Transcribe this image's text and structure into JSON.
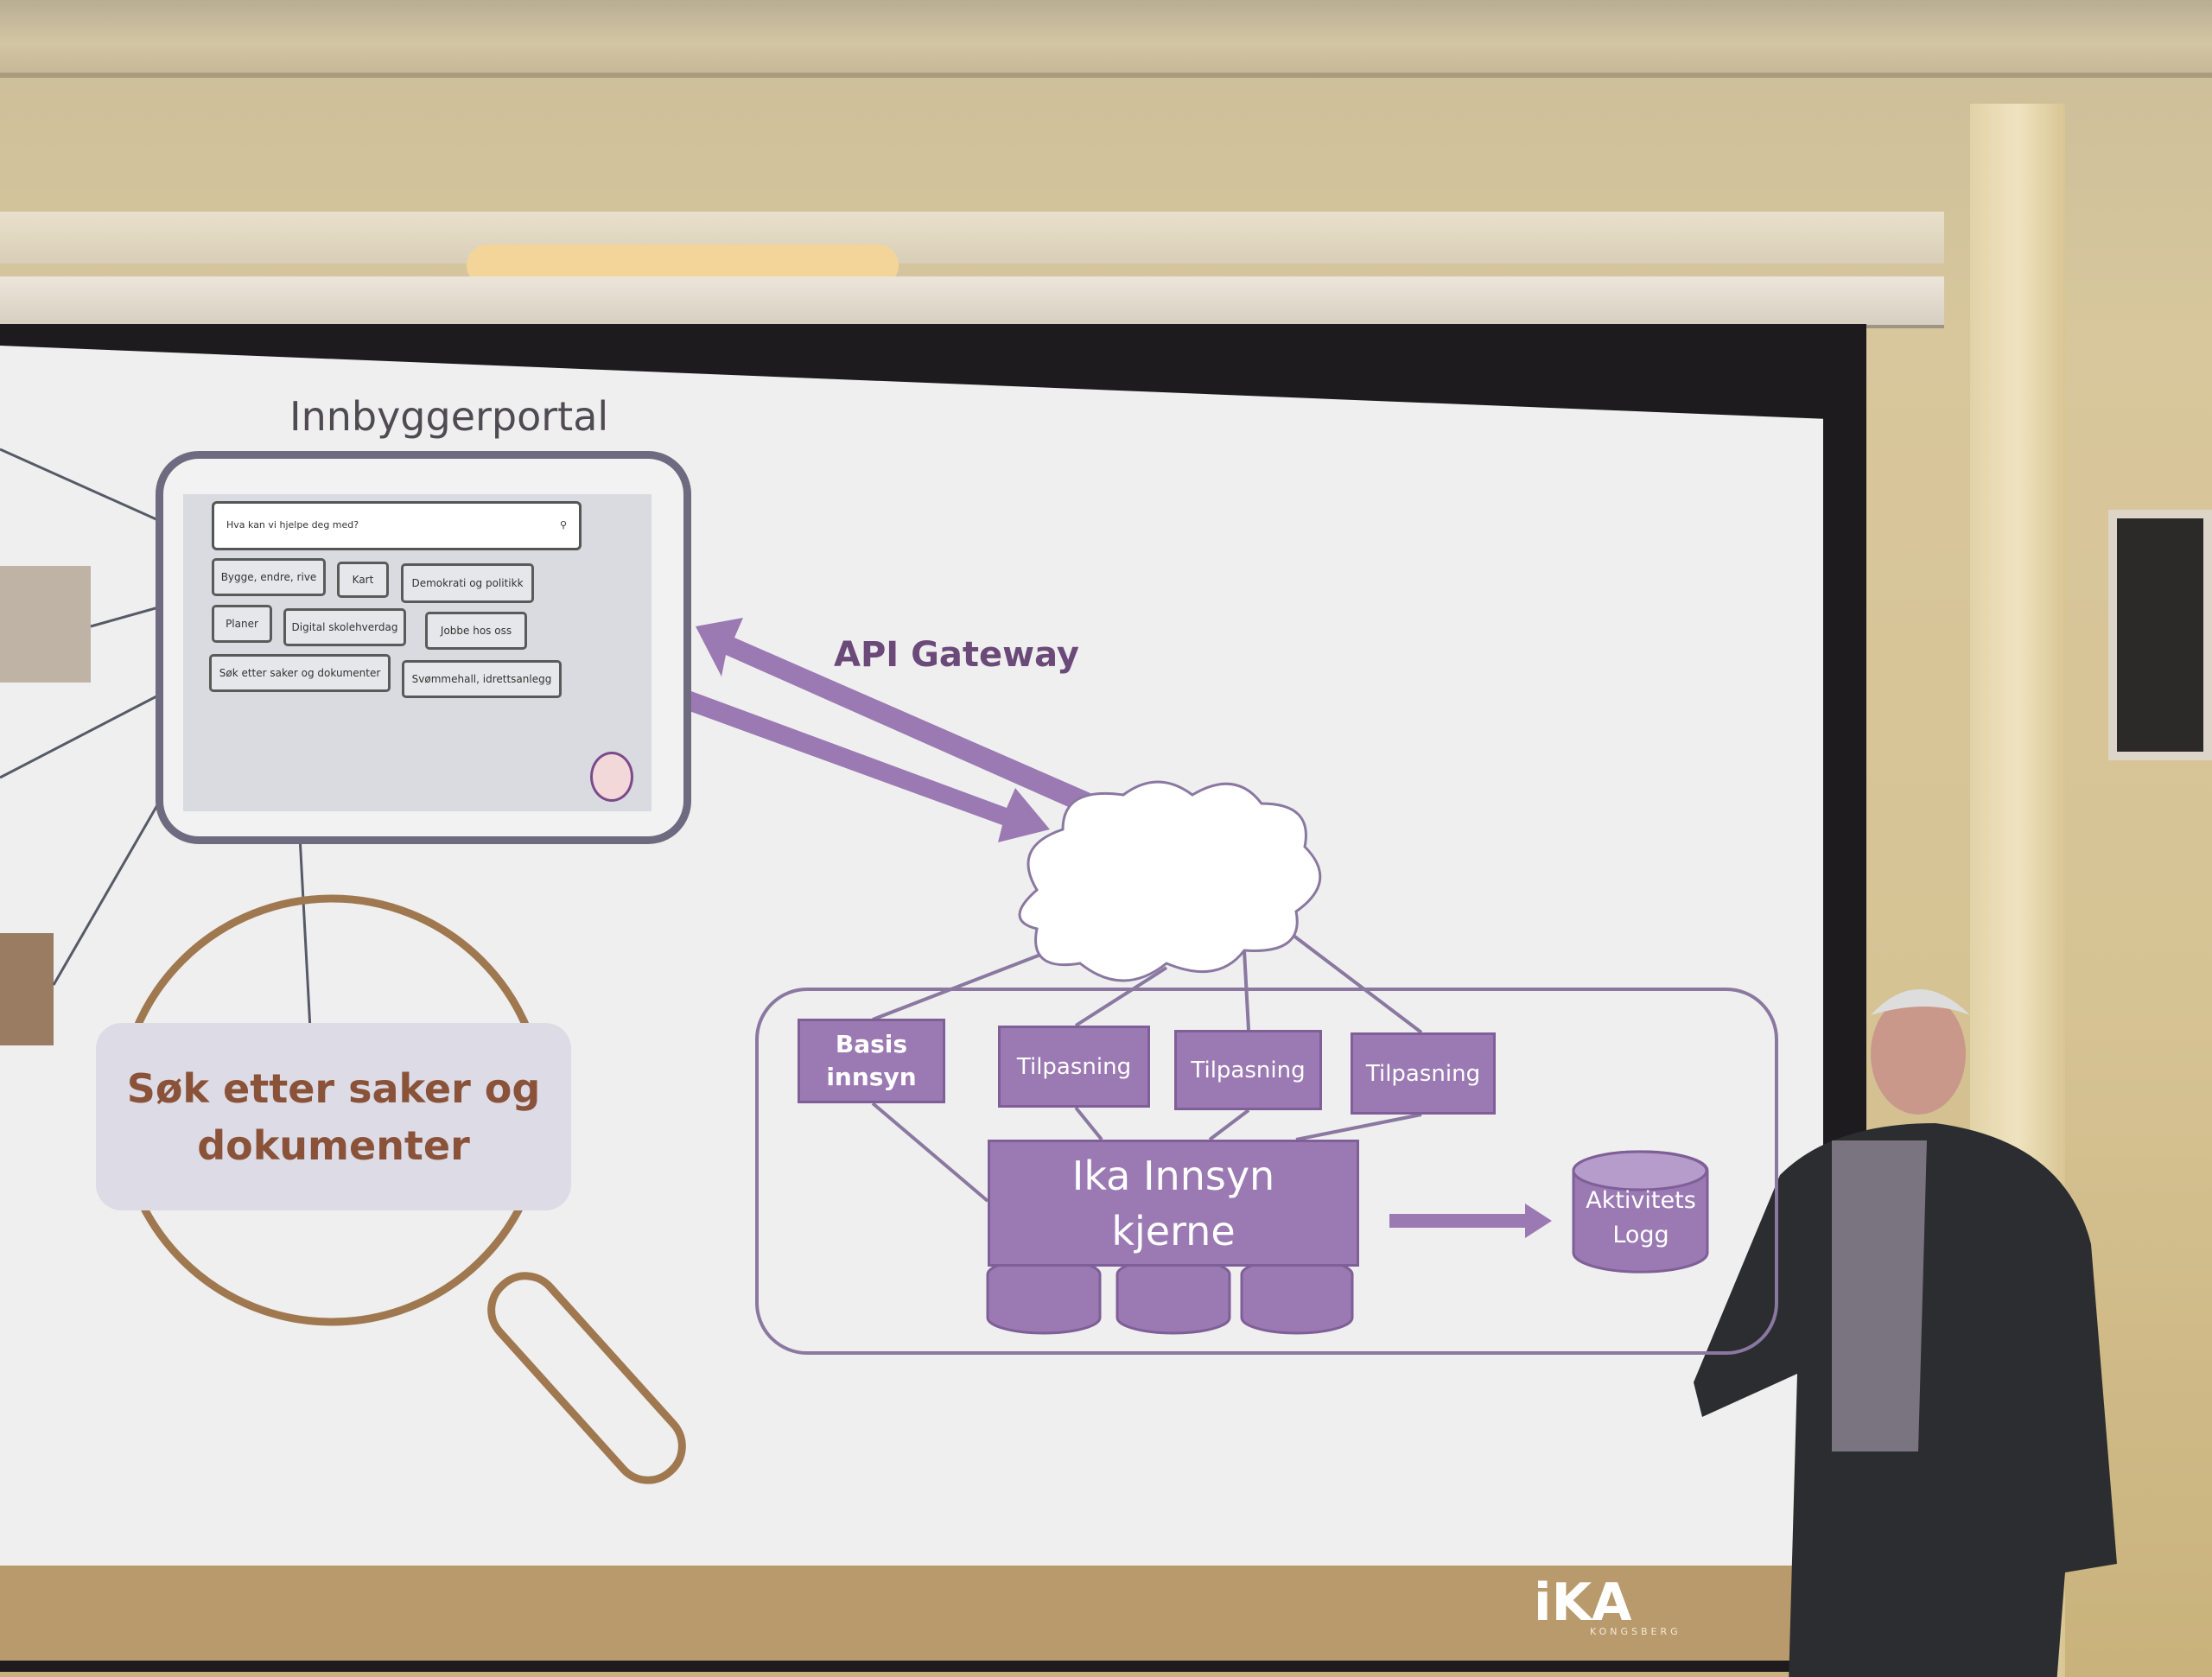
{
  "slide": {
    "portal_title": "Innbyggerportal",
    "search_placeholder": "Hva kan vi hjelpe deg med?",
    "chips": [
      "Bygge, endre, rive",
      "Kart",
      "Demokrati og politikk",
      "Planer",
      "Digital skolehverdag",
      "Jobbe hos oss",
      "Søk etter saker og dokumenter",
      "Svømmehall, idrettsanlegg"
    ],
    "api_gateway": "API Gateway",
    "basis": "Basis innsyn",
    "tilpasning": [
      "Tilpasning",
      "Tilpasning",
      "Tilpasning"
    ],
    "kjerne": "Ika Innsyn kjerne",
    "logg": "Aktivitets Logg",
    "search_label": "Søk etter saker og dokumenter",
    "logo": "iKA",
    "logo_sub": "KONGSBERG"
  },
  "colors": {
    "purple": "#9b7ab3",
    "magnifier": "#a07850",
    "label_text": "#8a5238"
  }
}
